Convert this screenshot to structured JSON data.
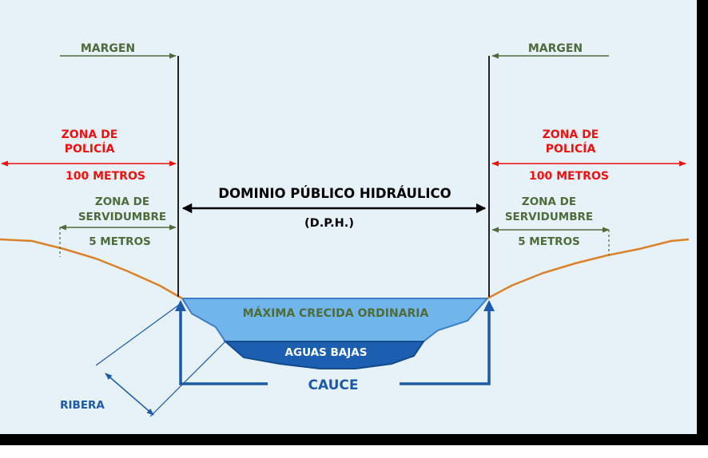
{
  "colors": {
    "background": "#e6f1f8",
    "border": "#000000",
    "green_text": "#4e6b3a",
    "red_text": "#ee1111",
    "black_text": "#000000",
    "water_light": "#70b6ec",
    "water_dark": "#1c5fb0",
    "blue_text": "#1d5aa8",
    "bank_line": "#d9822b"
  },
  "labels": {
    "margen_left": "MARGEN",
    "margen_right": "MARGEN",
    "zona_policia_left_1": "ZONA DE",
    "zona_policia_left_2": "POLICÍA",
    "metros_100_left": "100 METROS",
    "zona_policia_right_1": "ZONA DE",
    "zona_policia_right_2": "POLICÍA",
    "metros_100_right": "100 METROS",
    "zona_servidumbre_left_1": "ZONA DE",
    "zona_servidumbre_left_2": "SERVIDUMBRE",
    "metros_5_left": "5 METROS",
    "zona_servidumbre_right_1": "ZONA DE",
    "zona_servidumbre_right_2": "SERVIDUMBRE",
    "metros_5_right": "5 METROS",
    "dph_title": "DOMINIO PÚBLICO HIDRÁULICO",
    "dph_abbr": "(D.P.H.)",
    "maxima_crecida": "MÁXIMA CRECIDA ORDINARIA",
    "aguas_bajas": "AGUAS BAJAS",
    "cauce": "CAUCE",
    "ribera": "RIBERA"
  }
}
